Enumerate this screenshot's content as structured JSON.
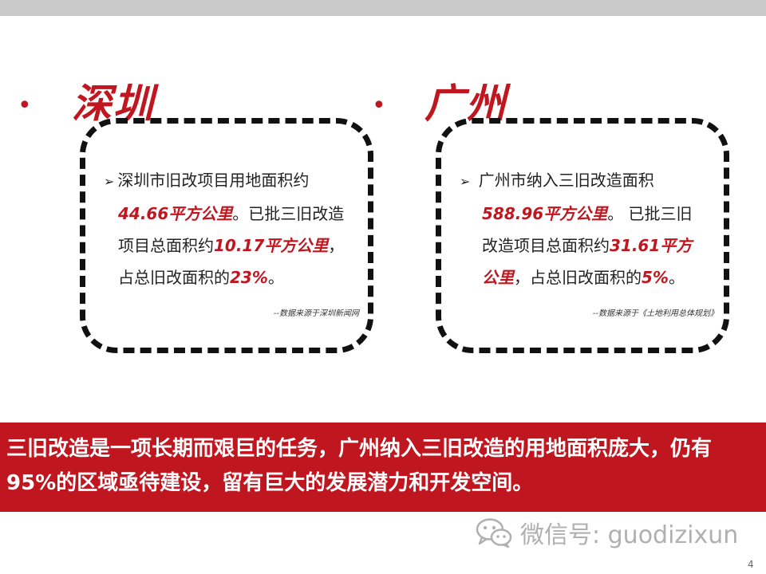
{
  "colors": {
    "accent": "#c0161f",
    "card_border": "#111111",
    "banner_bg": "#c0161f",
    "top_bar": "#c9c9c9",
    "watermark": "#b0b0b0"
  },
  "left": {
    "bullet": "•",
    "title": "深圳",
    "line1_arrow": "➢",
    "line1": "深圳市旧改项目用地面积约",
    "area": "44.66平方公里",
    "line2_rest": "。已批三旧改造",
    "line3_pre": "项目总面积约",
    "approved": "10.17平方公里",
    "line3_post": "，",
    "line4_pre": "占总旧改面积的",
    "percent": "23%",
    "line4_post": "。",
    "source": "--数据来源于深圳新闻网"
  },
  "right": {
    "bullet": "•",
    "title": "广州",
    "line1_arrow": "➢",
    "line1": "广州市纳入三旧改造面积",
    "area": "588.96平方公里",
    "line2_rest": "。 已批三旧",
    "line3_pre": "改造项目总面积约",
    "approved_a": "31.61平方",
    "approved_b": "公里",
    "line4_pre": "，占总旧改面积的",
    "percent": "5%",
    "line4_post": "。",
    "source": "--数据来源于《土地利用总体规划》"
  },
  "banner": {
    "line1": "三旧改造是一项长期而艰巨的任务，广州纳入三旧改造的用地面积庞大，仍有",
    "line2": "95%的区域亟待建设，留有巨大的发展潜力和开发空间。"
  },
  "watermark": {
    "icon": "wechat-icon",
    "text": "微信号: guodizixun"
  },
  "page_number": "4"
}
